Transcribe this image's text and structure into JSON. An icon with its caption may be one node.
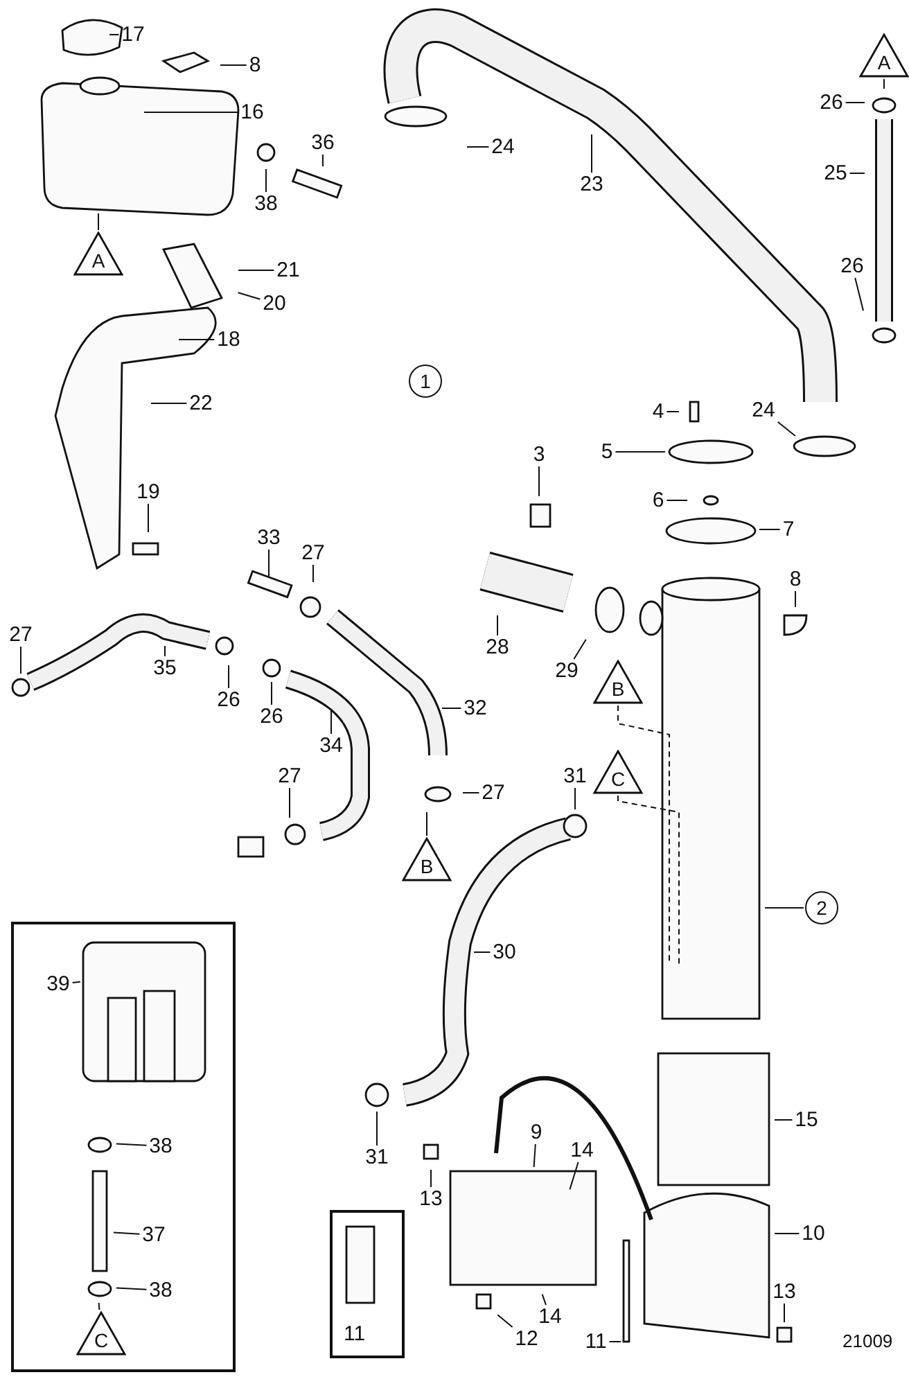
{
  "diagram": {
    "nodes": [
      {
        "text": [
          "17"
        ]
      },
      {
        "text": [
          "8"
        ]
      },
      {
        "text": [
          "16"
        ]
      },
      {
        "text": [
          "36"
        ]
      },
      {
        "text": [
          "38"
        ]
      },
      {
        "text": [
          "A"
        ]
      },
      {
        "text": [
          "21"
        ]
      },
      {
        "text": [
          "20"
        ]
      },
      {
        "text": [
          "18"
        ]
      },
      {
        "text": [
          "22"
        ]
      },
      {
        "text": [
          "19"
        ]
      },
      {
        "text": [
          "1"
        ]
      },
      {
        "text": [
          "24"
        ]
      },
      {
        "text": [
          "23"
        ]
      },
      {
        "text": [
          "A"
        ]
      },
      {
        "text": [
          "26"
        ]
      },
      {
        "text": [
          "25"
        ]
      },
      {
        "text": [
          "26"
        ]
      },
      {
        "text": [
          "4"
        ]
      },
      {
        "text": [
          "24"
        ]
      },
      {
        "text": [
          "3"
        ]
      },
      {
        "text": [
          "5"
        ]
      },
      {
        "text": [
          "6"
        ]
      },
      {
        "text": [
          "7"
        ]
      },
      {
        "text": [
          "33"
        ]
      },
      {
        "text": [
          "27"
        ]
      },
      {
        "text": [
          "8"
        ]
      },
      {
        "text": [
          "27"
        ]
      },
      {
        "text": [
          "35"
        ]
      },
      {
        "text": [
          "26"
        ]
      },
      {
        "text": [
          "26"
        ]
      },
      {
        "text": [
          "28"
        ]
      },
      {
        "text": [
          "29"
        ]
      },
      {
        "text": [
          "B"
        ]
      },
      {
        "text": [
          "34"
        ]
      },
      {
        "text": [
          "32"
        ]
      },
      {
        "text": [
          "27"
        ]
      },
      {
        "text": [
          "27"
        ]
      },
      {
        "text": [
          "B"
        ]
      },
      {
        "text": [
          "31"
        ]
      },
      {
        "text": [
          "C"
        ]
      },
      {
        "text": [
          "2"
        ]
      },
      {
        "text": [
          "30"
        ]
      },
      {
        "text": [
          "31"
        ]
      },
      {
        "text": [],
        "shape": "box"
      },
      {
        "text": [
          "39"
        ],
        "in": 44
      },
      {
        "text": [
          "38"
        ],
        "in": 44
      },
      {
        "text": [
          "37"
        ],
        "in": 44
      },
      {
        "text": [
          "38"
        ],
        "in": 44
      },
      {
        "text": [
          "C"
        ],
        "in": 44
      },
      {
        "text": [
          "15"
        ]
      },
      {
        "text": [
          "9"
        ]
      },
      {
        "text": [
          "14"
        ]
      },
      {
        "text": [
          "13"
        ]
      },
      {
        "text": [
          "11"
        ]
      },
      {
        "text": [
          "10"
        ]
      },
      {
        "text": [
          "14"
        ]
      },
      {
        "text": [
          "12"
        ]
      },
      {
        "text": [
          "11"
        ]
      },
      {
        "text": [
          "13"
        ]
      }
    ],
    "edges": [
      {
        "from": 0,
        "to": null,
        "arrow": "none"
      },
      {
        "from": 1,
        "to": null,
        "arrow": "none"
      },
      {
        "from": 2,
        "to": null,
        "arrow": "none"
      },
      {
        "from": 3,
        "to": null,
        "arrow": "none"
      },
      {
        "from": 4,
        "to": null,
        "arrow": "none"
      },
      {
        "from": 5,
        "to": null,
        "arrow": "none"
      },
      {
        "from": 6,
        "to": null,
        "arrow": "none"
      },
      {
        "from": 7,
        "to": null,
        "arrow": "none"
      },
      {
        "from": 8,
        "to": null,
        "arrow": "none"
      },
      {
        "from": 9,
        "to": null,
        "arrow": "none"
      },
      {
        "from": 10,
        "to": null,
        "arrow": "none"
      },
      {
        "from": 12,
        "to": null,
        "arrow": "none"
      },
      {
        "from": 13,
        "to": null,
        "arrow": "none"
      },
      {
        "from": 14,
        "to": null,
        "arrow": "none"
      },
      {
        "from": 15,
        "to": null,
        "arrow": "none"
      },
      {
        "from": 16,
        "to": null,
        "arrow": "none"
      },
      {
        "from": 17,
        "to": null,
        "arrow": "none"
      },
      {
        "from": 18,
        "to": null,
        "arrow": "none"
      },
      {
        "from": 19,
        "to": null,
        "arrow": "none"
      },
      {
        "from": 20,
        "to": null,
        "arrow": "none"
      },
      {
        "from": 21,
        "to": null,
        "arrow": "none"
      },
      {
        "from": 22,
        "to": null,
        "arrow": "none"
      },
      {
        "from": 23,
        "to": null,
        "arrow": "none"
      },
      {
        "from": 24,
        "to": null,
        "arrow": "none"
      },
      {
        "from": 25,
        "to": null,
        "arrow": "none"
      },
      {
        "from": 26,
        "to": null,
        "arrow": "none"
      },
      {
        "from": 27,
        "to": null,
        "arrow": "none"
      },
      {
        "from": 28,
        "to": null,
        "arrow": "none"
      },
      {
        "from": 29,
        "to": null,
        "arrow": "none"
      },
      {
        "from": 30,
        "to": null,
        "arrow": "none"
      },
      {
        "from": 31,
        "to": null,
        "arrow": "none"
      },
      {
        "from": 32,
        "to": null,
        "arrow": "none"
      },
      {
        "from": 33,
        "to": null,
        "arrow": "none",
        "style": "dashed"
      },
      {
        "from": 34,
        "to": null,
        "arrow": "none"
      },
      {
        "from": 35,
        "to": null,
        "arrow": "none"
      },
      {
        "from": 36,
        "to": null,
        "arrow": "none"
      },
      {
        "from": 37,
        "to": null,
        "arrow": "none"
      },
      {
        "from": 38,
        "to": null,
        "arrow": "none"
      },
      {
        "from": 39,
        "to": null,
        "arrow": "none"
      },
      {
        "from": 40,
        "to": null,
        "arrow": "none",
        "style": "dashed"
      },
      {
        "from": 41,
        "to": null,
        "arrow": "none"
      },
      {
        "from": 42,
        "to": null,
        "arrow": "none"
      },
      {
        "from": 43,
        "to": null,
        "arrow": "none"
      },
      {
        "from": 45,
        "to": null,
        "arrow": "none"
      },
      {
        "from": 46,
        "to": null,
        "arrow": "none"
      },
      {
        "from": 47,
        "to": null,
        "arrow": "none"
      },
      {
        "from": 48,
        "to": null,
        "arrow": "none"
      },
      {
        "from": 49,
        "to": null,
        "arrow": "none"
      },
      {
        "from": 50,
        "to": null,
        "arrow": "none"
      },
      {
        "from": 51,
        "to": null,
        "arrow": "none"
      },
      {
        "from": 52,
        "to": null,
        "arrow": "none"
      },
      {
        "from": 53,
        "to": null,
        "arrow": "none"
      },
      {
        "from": 55,
        "to": null,
        "arrow": "none"
      },
      {
        "from": 56,
        "to": null,
        "arrow": "none"
      },
      {
        "from": 57,
        "to": null,
        "arrow": "none"
      },
      {
        "from": 58,
        "to": null,
        "arrow": "none"
      },
      {
        "from": 59,
        "to": null,
        "arrow": "none"
      }
    ],
    "labels": [
      "21009"
    ]
  }
}
